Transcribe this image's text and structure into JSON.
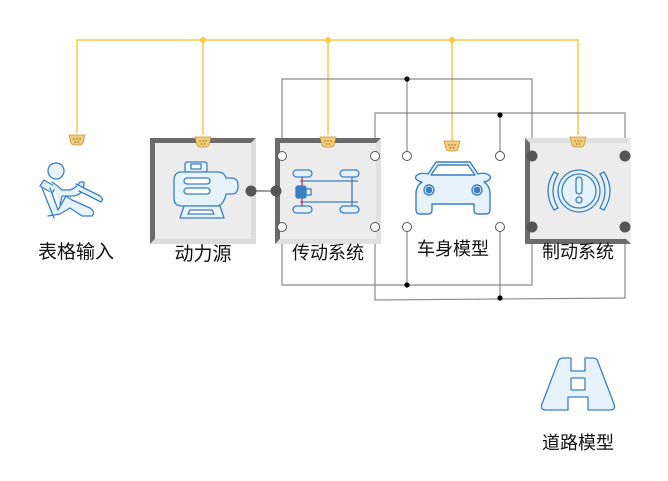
{
  "diagram": {
    "title": "",
    "colors": {
      "bus_line": "#f7c948",
      "connector_fill": "#f3cc78",
      "connector_stroke": "#c8963a",
      "signal_line": "#888888",
      "junction": "#000000",
      "icon_stroke": "#3b7fc4",
      "icon_fill": "#e6f2fc",
      "block_bg": "#ececec",
      "port_filled": "#555555",
      "port_open": "#ffffff"
    },
    "blocks": [
      {
        "id": "table-input",
        "label": "表格输入",
        "icon": "driver-seat-icon",
        "framed": false
      },
      {
        "id": "power-source",
        "label": "动力源",
        "icon": "motor-icon",
        "framed": true
      },
      {
        "id": "drivetrain",
        "label": "传动系统",
        "icon": "chassis-drivetrain-icon",
        "framed": true
      },
      {
        "id": "body-model",
        "label": "车身模型",
        "icon": "car-front-icon",
        "framed": false
      },
      {
        "id": "brake-system",
        "label": "制动系统",
        "icon": "brake-warning-icon",
        "framed": true
      },
      {
        "id": "road-model",
        "label": "道路模型",
        "icon": "road-icon",
        "framed": false
      }
    ]
  }
}
